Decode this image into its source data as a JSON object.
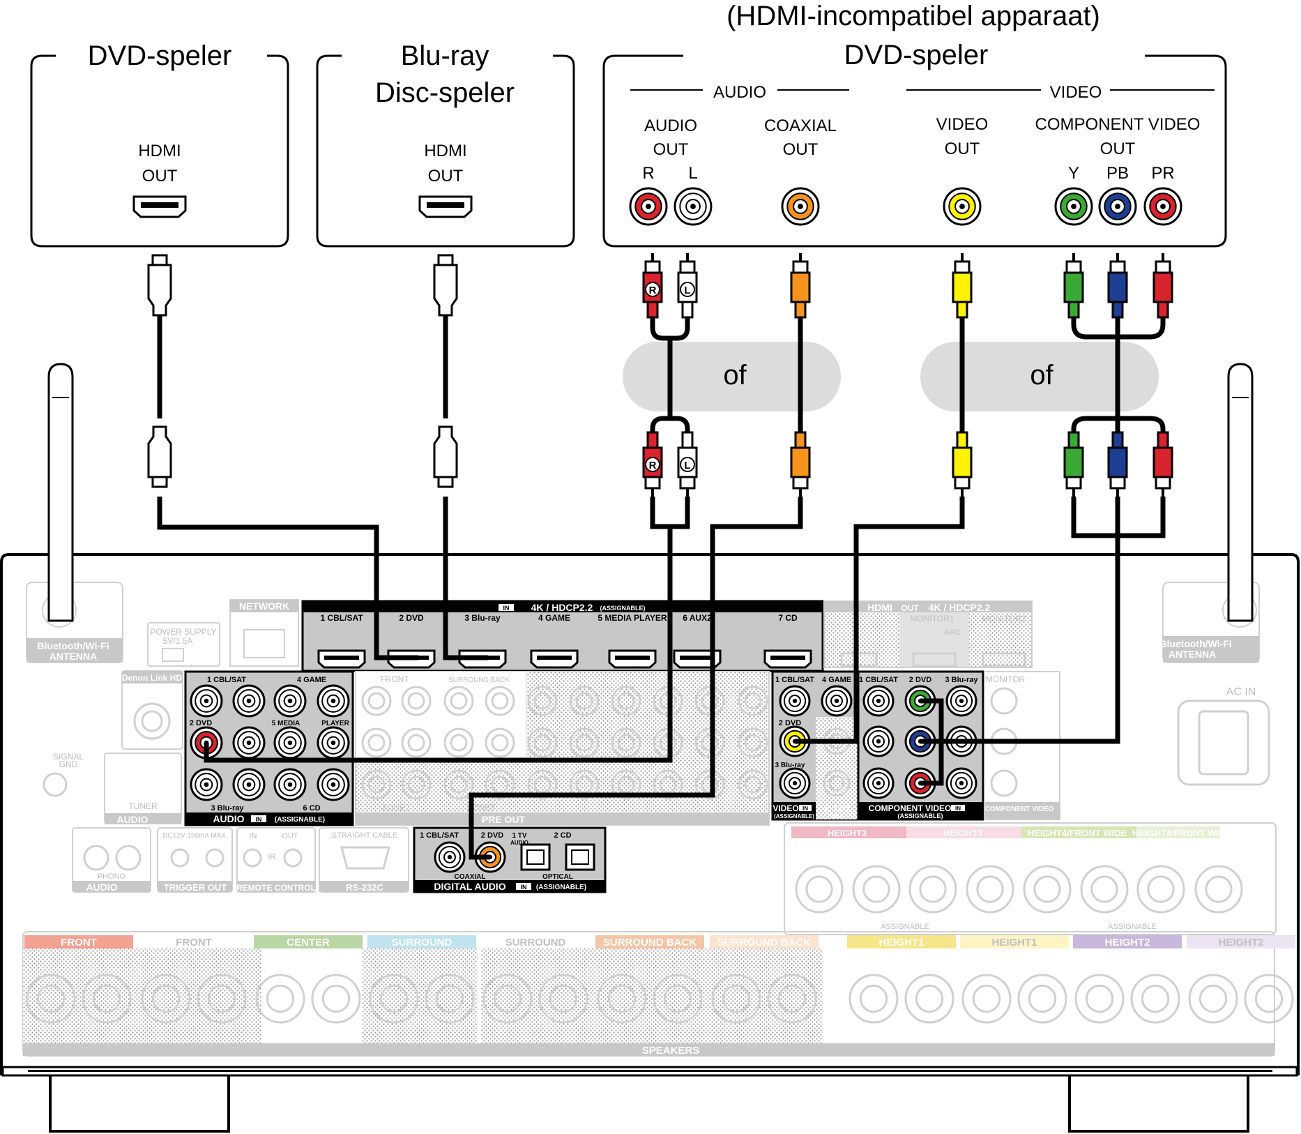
{
  "devices": {
    "dvd": {
      "title": "DVD-speler",
      "port_line1": "HDMI",
      "port_line2": "OUT"
    },
    "bluray": {
      "title_line1": "Blu-ray",
      "title_line2": "Disc-speler",
      "port_line1": "HDMI",
      "port_line2": "OUT"
    },
    "legacy": {
      "title_line1": "(HDMI-incompatibel apparaat)",
      "title_line2": "DVD-speler",
      "audio_group": "AUDIO",
      "video_group": "VIDEO",
      "audio_out_line1": "AUDIO",
      "audio_out_line2": "OUT",
      "coax_out_line1": "COAXIAL",
      "coax_out_line2": "OUT",
      "video_out_line1": "VIDEO",
      "video_out_line2": "OUT",
      "component_out_line1": "COMPONENT VIDEO",
      "component_out_line2": "OUT",
      "r": "R",
      "l": "L",
      "y": "Y",
      "pb": "PB",
      "pr": "PR"
    }
  },
  "or_labels": {
    "left": "of",
    "right": "of"
  },
  "plug_letters": {
    "r": "R",
    "l": "L"
  },
  "receiver": {
    "hdmi_in": {
      "title": "HDMI",
      "in_tag": "IN",
      "spec": "4K / HDCP2.2",
      "assignable": "(ASSIGNABLE)",
      "ports": [
        "1 CBL/SAT",
        "2 DVD",
        "3 Blu-ray",
        "4 GAME",
        "5 MEDIA PLAYER",
        "6 AUX2",
        "7 CD"
      ]
    },
    "hdmi_out": {
      "title": "HDMI",
      "out_tag": "OUT",
      "spec": "4K / HDCP2.2",
      "monitor1": "MONITOR1",
      "monitor2": "MONITOR2",
      "arc": "ARC"
    },
    "network": "NETWORK",
    "power_supply_line1": "POWER SUPPLY",
    "power_supply_line2": "5V/1.5A",
    "bt_left_line1": "Bluetooth/Wi-Fi",
    "bt_left_line2": "ANTENNA",
    "bt_right_line1": "Bluetooth/Wi-Fi",
    "bt_right_line2": "ANTENNA",
    "denon_link": "Denon Link HD",
    "signal_gnd_line1": "SIGNAL",
    "signal_gnd_line2": "GND",
    "tuner": "TUNER",
    "audio_in_small": "AUDIO",
    "audio_in": {
      "r1": "1 CBL/SAT",
      "r2": "4 GAME",
      "dvd": "2 DVD",
      "media": "5 MEDIA",
      "player": "PLAYER",
      "bluray": "3 Blu-ray",
      "cd": "6 CD",
      "title": "AUDIO",
      "in_tag": "IN",
      "assignable": "(ASSIGNABLE)"
    },
    "preout": {
      "title": "PRE OUT",
      "front": "FRONT",
      "surround_back": "SURROUND BACK",
      "zone2": "ZONE2",
      "zone3": "ZONE3"
    },
    "video_in": {
      "cbl": "1 CBL/SAT",
      "game": "4 GAME",
      "dvd": "2 DVD",
      "bluray": "3 Blu-ray",
      "title": "VIDEO",
      "in_tag": "IN",
      "assignable": "(ASSIGNABLE)",
      "video_out": "VIDEO",
      "out_tag": "OUT"
    },
    "component_in": {
      "cbl": "1 CBL/SAT",
      "dvd": "2 DVD",
      "bluray": "3 Blu-ray",
      "title": "COMPONENT VIDEO",
      "in_tag": "IN",
      "assignable": "(ASSIGNABLE)"
    },
    "monitor": "MONITOR",
    "component_out": "COMPONENT VIDEO",
    "ac_in": "AC IN",
    "digital": {
      "cbl": "1 CBL/SAT",
      "dvd": "2 DVD",
      "tv": "1 TV",
      "tv2": "AUDIO",
      "cd": "2 CD",
      "coaxial": "COAXIAL",
      "optical": "OPTICAL",
      "title": "DIGITAL AUDIO",
      "in_tag": "IN",
      "assignable": "(ASSIGNABLE)"
    },
    "phono": "PHONO",
    "audio_phono": "AUDIO",
    "trigger_line1": "DC12V 150mA MAX.",
    "trigger": "TRIGGER OUT",
    "remote_in": "IN",
    "remote_out": "OUT",
    "ir": "IR",
    "remote": "REMOTE CONTROL",
    "straight": "STRAIGHT CABLE",
    "rs232": "RS-232C",
    "height_labels": [
      "HEIGHT3",
      "HEIGHT3",
      "HEIGHT4/FRONT WIDE",
      "HEIGHT4/FRONT WIDE"
    ],
    "speaker_labels": [
      "FRONT",
      "FRONT",
      "CENTER",
      "SURROUND",
      "SURROUND",
      "SURROUND BACK",
      "SURROUND BACK",
      "HEIGHT1",
      "HEIGHT1",
      "HEIGHT2",
      "HEIGHT2"
    ],
    "assignable": "ASSIGNABLE",
    "speakers": "SPEAKERS"
  },
  "colors": {
    "red": "#d9232d",
    "white": "#ffffff",
    "orange": "#f7941d",
    "yellow": "#fff200",
    "green": "#3aa935",
    "blue": "#1c3f94",
    "cable": "#000000",
    "or_bubble": "#dcdcdc"
  }
}
